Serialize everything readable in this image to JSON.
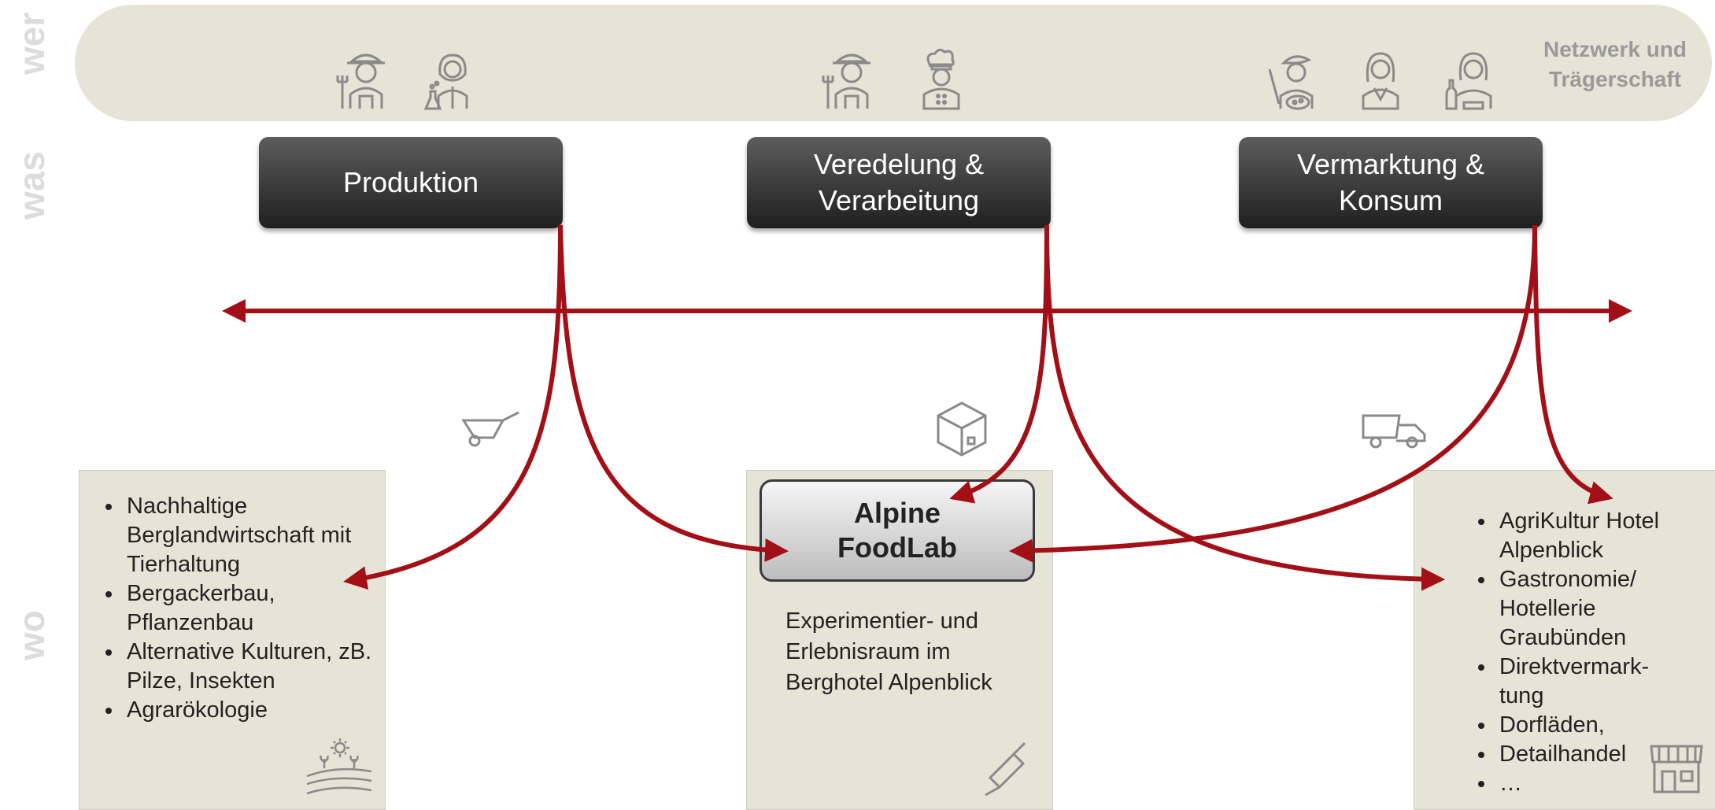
{
  "side_labels": {
    "wer": "wer",
    "was": "was",
    "wo": "wo"
  },
  "network": {
    "label_line1": "Netzwerk und",
    "label_line2": "Trägerschaft"
  },
  "stages": {
    "produktion": "Produktion",
    "veredelung": "Veredelung &\nVerarbeitung",
    "vermarktung": "Vermarktung &\nKonsum"
  },
  "left_panel": {
    "items": [
      "Nachhaltige Berglandwirtschaft mit Tierhaltung",
      "Bergackerbau, Pflanzenbau",
      "Alternative Kulturen, zB. Pilze, Insekten",
      "Agrarökologie"
    ]
  },
  "center": {
    "title_line1": "Alpine",
    "title_line2": "FoodLab",
    "description": "Experimentier- und Erlebnisraum im Berghotel Alpenblick"
  },
  "right_panel": {
    "items": [
      "AgriKultur Hotel Alpenblick",
      "Gastronomie/ Hotellerie Graubünden",
      "Direktvermark-tung",
      "Dorfläden,",
      "Detailhandel",
      "…"
    ]
  },
  "colors": {
    "arrow": "#a30f16",
    "panel": "#e6e4d6",
    "band": "#e6e4d6",
    "icon": "#8a8a8a"
  },
  "icons": [
    "farmer-icon",
    "scientist-icon",
    "chef-icon",
    "artist-icon",
    "woman-icon",
    "waiter-icon",
    "wheelbarrow-icon",
    "box-icon",
    "truck-icon",
    "field-sun-icon",
    "rolling-pin-icon",
    "shop-icon"
  ]
}
